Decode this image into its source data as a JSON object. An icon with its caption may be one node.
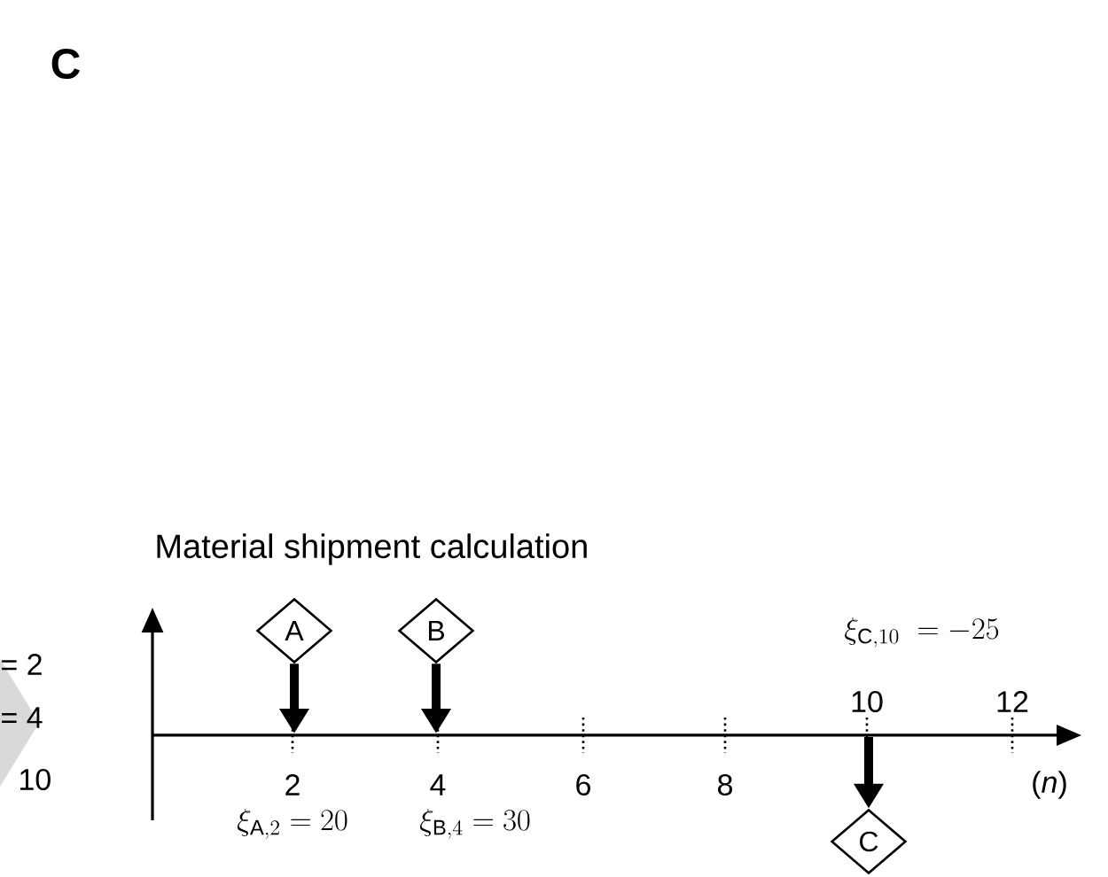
{
  "diagram": {
    "title": "Material shipment calculation",
    "nodes": [
      {
        "text": [
          "A"
        ]
      },
      {
        "text": [
          "B"
        ]
      },
      {
        "text": [],
        "shape": "axis"
      },
      {
        "text": [
          "C"
        ]
      }
    ],
    "edges": [
      {
        "from": 0,
        "to": 2,
        "arrow": "to"
      },
      {
        "from": 1,
        "to": 2,
        "arrow": "to"
      },
      {
        "from": 2,
        "to": 3,
        "arrow": "to"
      }
    ],
    "labels": [
      "C",
      "\\xi_{\\mathrm{C},10} \\;= -25",
      "= 2",
      "10",
      "12",
      "= 4",
      "10",
      "2",
      "4",
      "6",
      "8",
      "(*n*)",
      "\\xi_{\\mathrm{A},2} = 20",
      "\\xi_{\\mathrm{B},4} = 30"
    ]
  }
}
